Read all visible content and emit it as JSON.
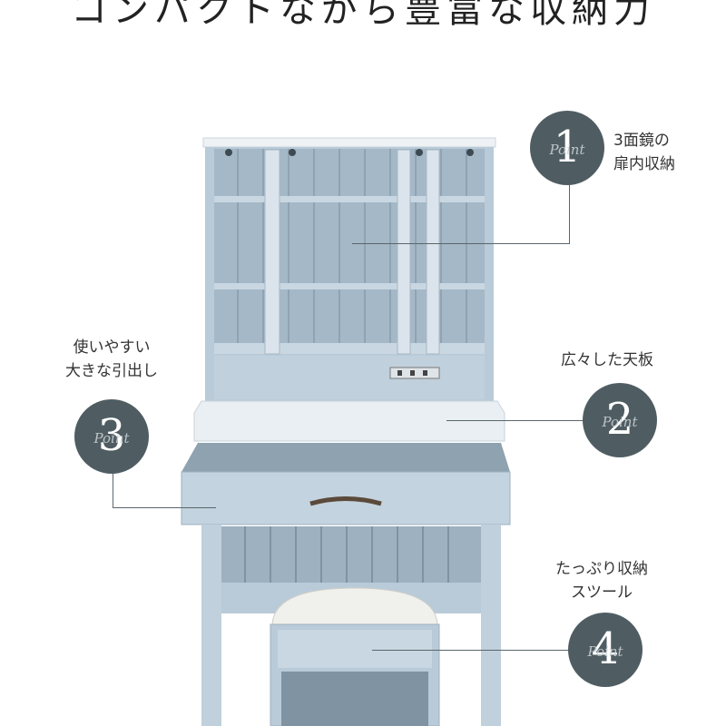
{
  "title": "コンパクトながら豊富な収納力",
  "badge_word": "Point",
  "points": [
    {
      "number": "1",
      "label_line1": "3面鏡の",
      "label_line2": "扉内収納"
    },
    {
      "number": "2",
      "label_line1": "広々した天板",
      "label_line2": ""
    },
    {
      "number": "3",
      "label_line1": "使いやすい",
      "label_line2": "大きな引出し"
    },
    {
      "number": "4",
      "label_line1": "たっぷり収納",
      "label_line2": "スツール"
    }
  ],
  "colors": {
    "badge": "#4f5d63",
    "furniture_blue": "#b9cbd9",
    "furniture_dark": "#96a9b8",
    "top_white": "#eef2f5",
    "line": "#5a666b"
  }
}
